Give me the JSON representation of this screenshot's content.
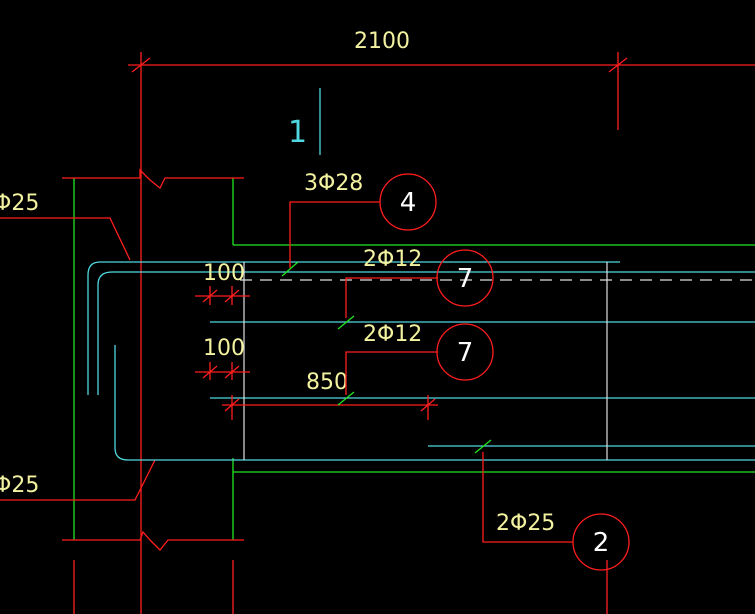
{
  "drawing": {
    "colors": {
      "background": "#000000",
      "red": "#ff1e1e",
      "green": "#22e622",
      "cyan": "#4fd8e0",
      "white": "#e0e0e0",
      "text": "#f2f2a0"
    },
    "dimensions": {
      "top_span": "2100",
      "anchor_top": "100",
      "anchor_mid": "100",
      "cut_length": "850"
    },
    "rebar_labels": {
      "top_bars": "3Φ28",
      "mid_bar_upper": "2Φ12",
      "mid_bar_lower": "2Φ12",
      "bottom_bars": "2Φ25",
      "left_upper": "Φ25",
      "left_lower": "Φ25"
    },
    "callouts": {
      "top": "4",
      "mid_upper": "7",
      "mid_lower": "7",
      "bottom": "2"
    },
    "section_mark": "1"
  }
}
